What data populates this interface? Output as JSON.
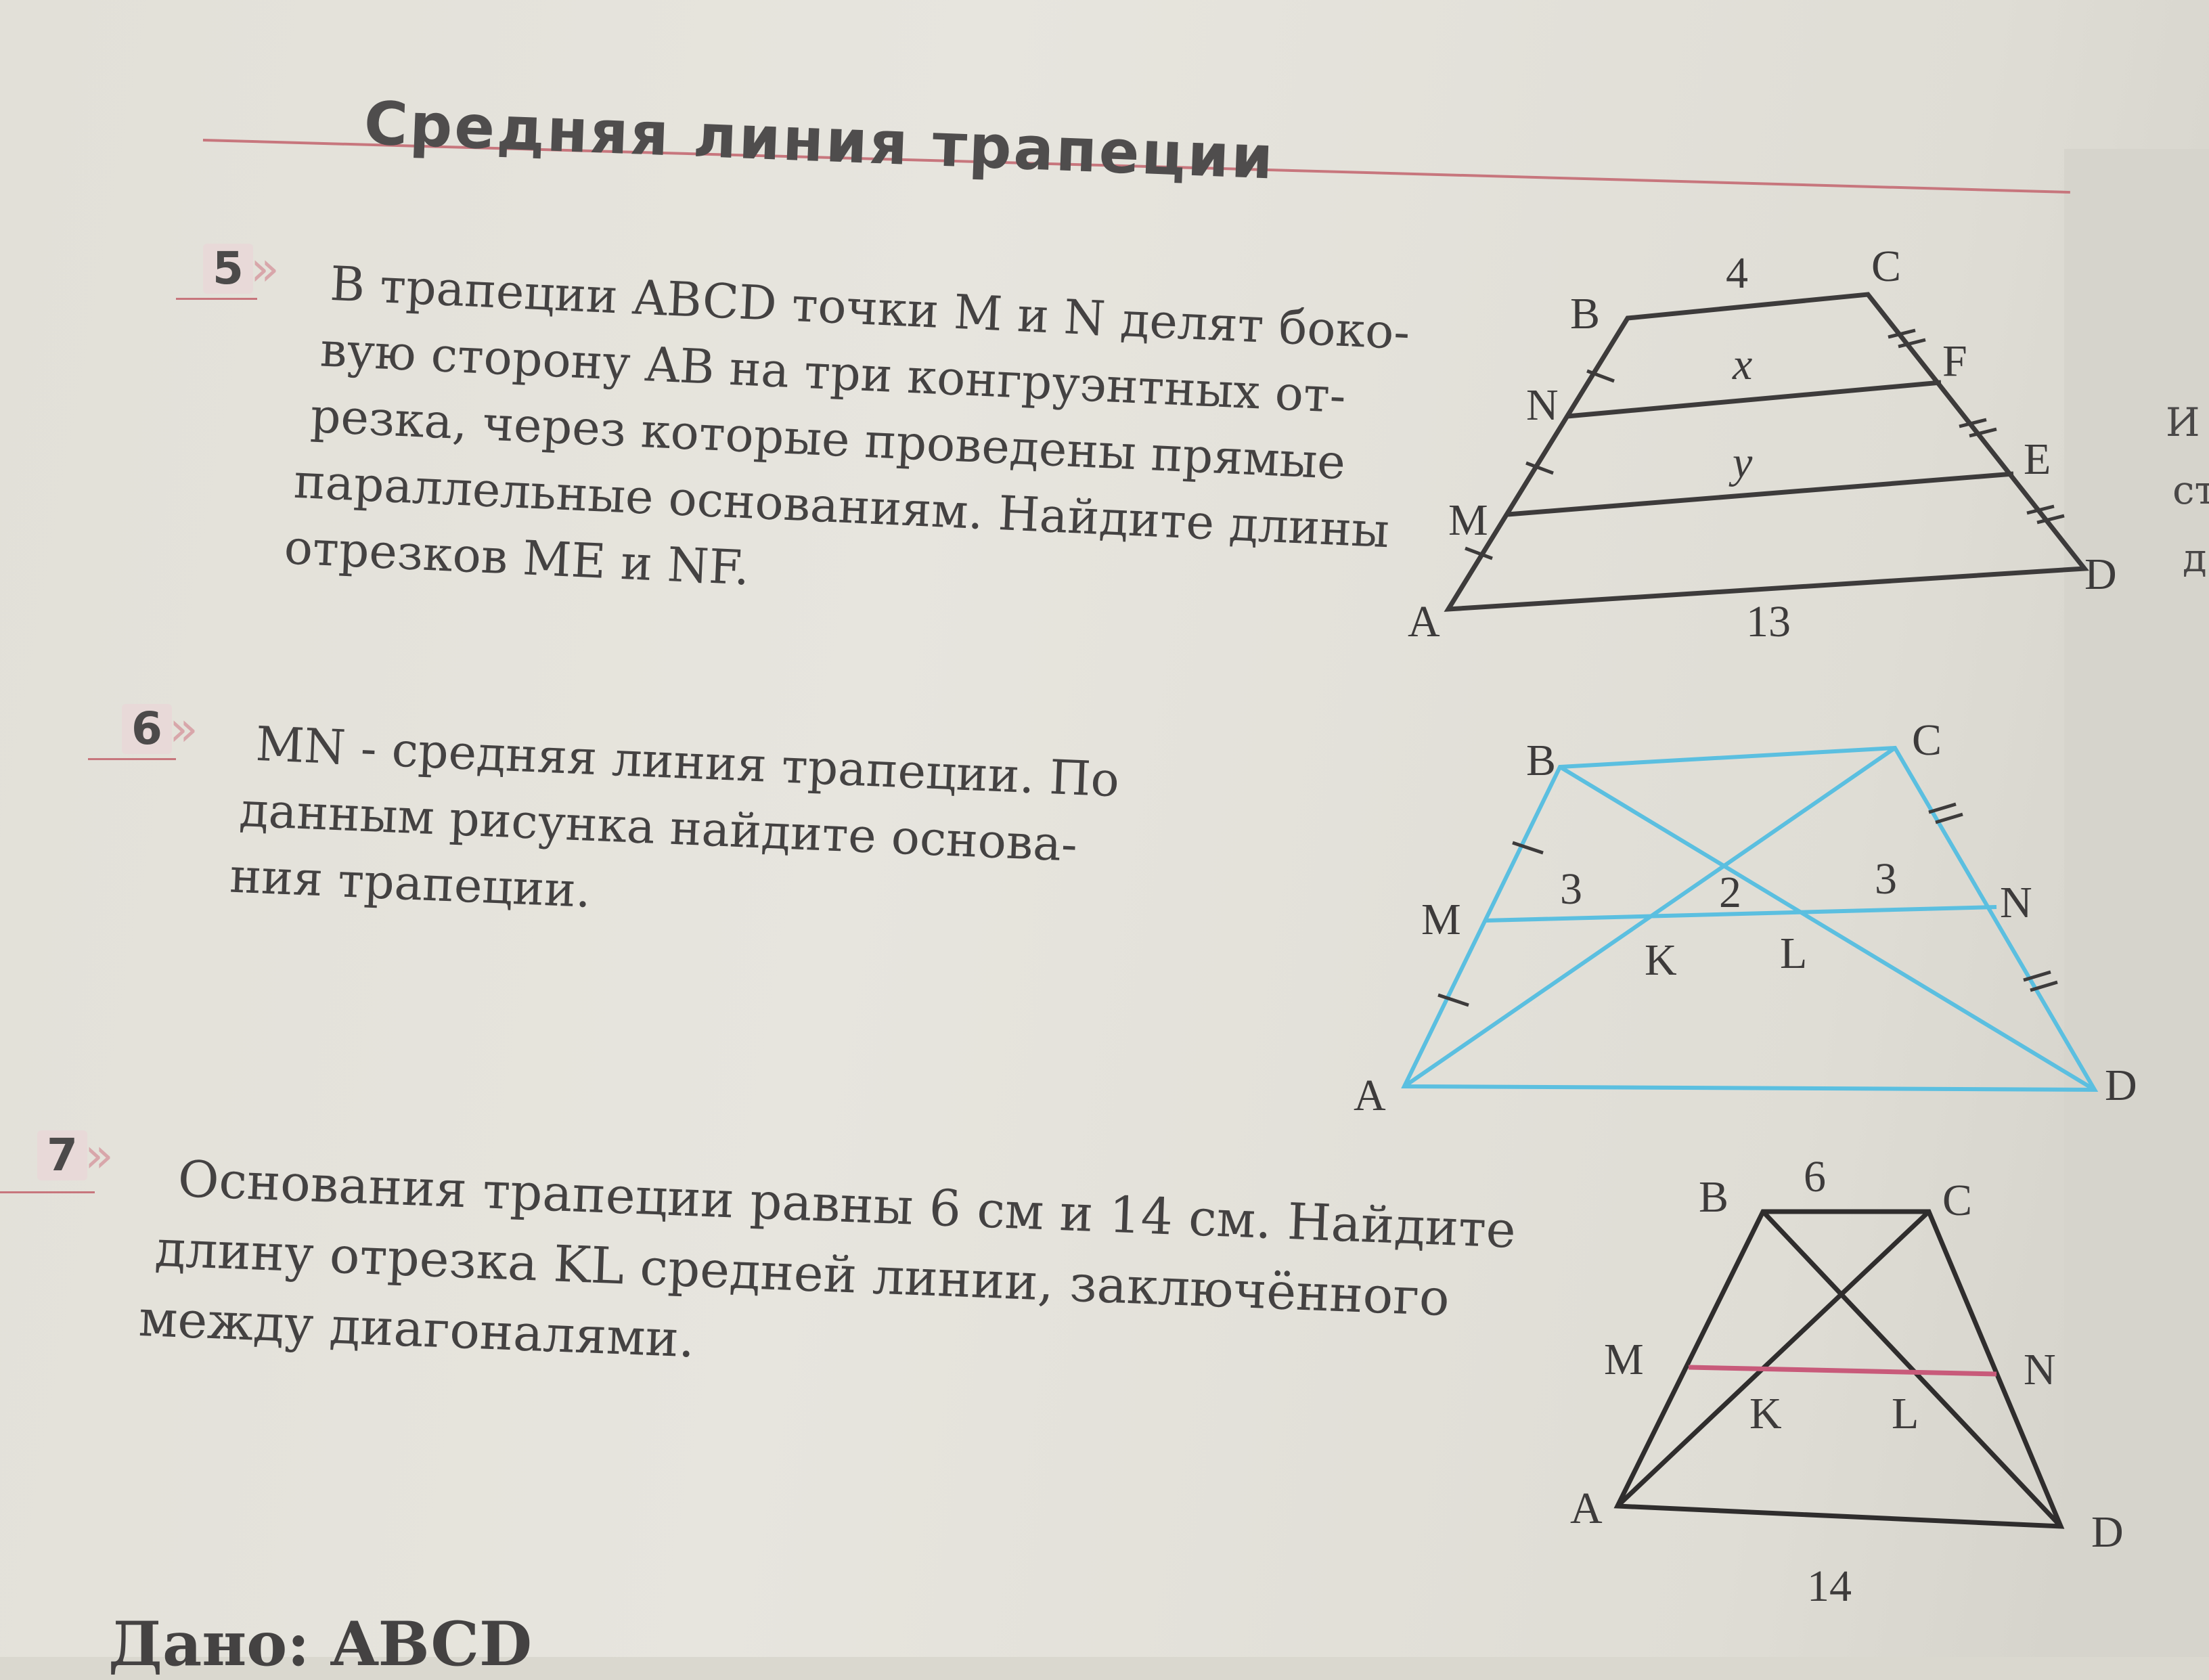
{
  "section_title": "Средняя линия трапеции",
  "problems": [
    {
      "number": "5",
      "lines": [
        "В трапеции ABCD точки M и N делят боко-",
        "вую сторону AB на три конгруэнтных от-",
        "резка, через которые проведены прямые",
        "параллельные основаниям. Найдите длины",
        "отрезков ME и NF."
      ],
      "figure": {
        "labels": {
          "A": "A",
          "B": "B",
          "C": "C",
          "D": "D",
          "M": "M",
          "N": "N",
          "E": "E",
          "F": "F"
        },
        "top_base": "4",
        "bottom_base": "13",
        "segment_nf": "x",
        "segment_me": "y"
      }
    },
    {
      "number": "6",
      "lines": [
        "MN - средняя линия трапеции. По",
        "данным рисунка найдите основа-",
        "ния трапеции."
      ],
      "figure": {
        "labels": {
          "A": "A",
          "B": "B",
          "C": "C",
          "D": "D",
          "M": "M",
          "N": "N",
          "K": "K",
          "L": "L"
        },
        "mk": "3",
        "kl": "2",
        "ln": "3",
        "line_color": "#5bbfe0"
      }
    },
    {
      "number": "7",
      "lines": [
        "Основания трапеции равны 6 см и 14 см. Найдите",
        "длину отрезка KL средней линии, заключённого",
        "между диагоналями."
      ],
      "figure": {
        "labels": {
          "A": "A",
          "B": "B",
          "C": "C",
          "D": "D",
          "M": "M",
          "N": "N",
          "K": "K",
          "L": "L"
        },
        "top_base": "6",
        "bottom_base": "14",
        "midline_color": "#c85a7a"
      }
    }
  ],
  "right_margin_fragments": [
    "И",
    "ст",
    "д"
  ],
  "bottom_fragment": "Дано: ABCD"
}
